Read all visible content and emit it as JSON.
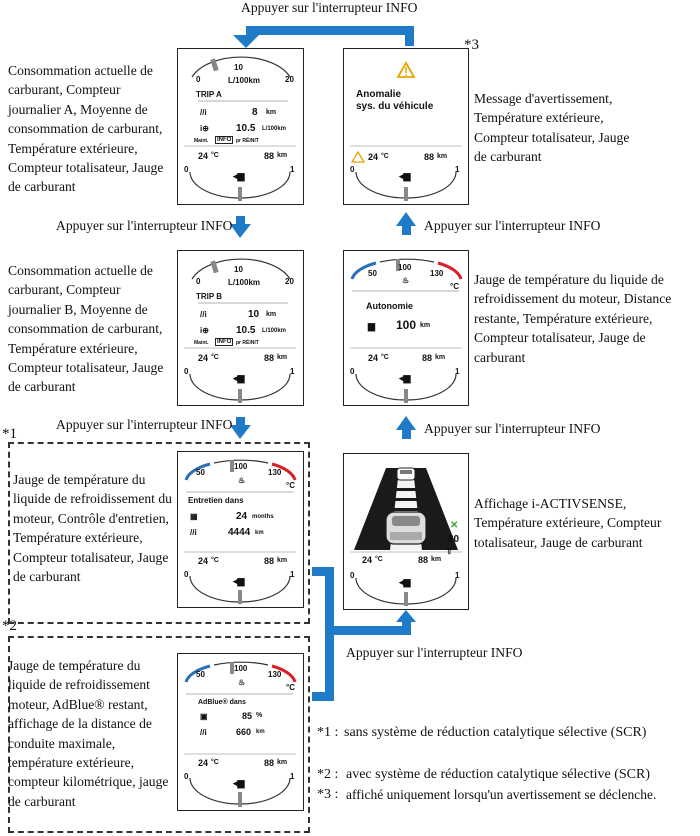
{
  "colors": {
    "accent_blue": "#1f7bc7",
    "warning": "#e8a200",
    "cold": "#2b6fb8",
    "hot": "#d8202a",
    "screen_bg": "#ffffff",
    "text": "#111111"
  },
  "step_labels": {
    "top": "Appuyer sur l'interrupteur INFO",
    "left_1": "Appuyer sur l'interrupteur INFO",
    "left_2": "Appuyer sur l'interrupteur INFO",
    "right_1": "Appuyer sur l'interrupteur INFO",
    "right_2": "Appuyer sur l'interrupteur INFO",
    "bottom": "Appuyer sur l'interrupteur INFO"
  },
  "descriptions": {
    "trip_a": "Consommation actuelle de carburant, Compteur journalier A, Moyenne de consommation de carburant, Température extérieure, Compteur totalisateur, Jauge de carburant",
    "trip_b": "Consommation actuelle de carburant, Compteur journalier B, Moyenne de consommation de carburant, Température extérieure, Compteur totalisateur, Jauge de carburant",
    "maintenance": "Jauge de température du liquide de refroidissement du moteur, Contrôle d'entretien, Température extérieure, Compteur totalisateur, Jauge de carburant",
    "adblue": "Jauge de température du liquide de refroidissement moteur, AdBlue® restant, affichage de la distance de conduite maximale, température extérieure, compteur kilométrique, jauge de carburant",
    "warning": "Message d'avertissement, Température extérieure, Compteur totalisateur, Jauge de carburant",
    "range": "Jauge de température du liquide de refroidissement du moteur, Distance restante, Température extérieure, Compteur totalisateur, Jauge de carburant",
    "activsense": "Affichage i-ACTIVSENSE, Température extérieure, Compteur totalisateur, Jauge de carburant"
  },
  "markers": {
    "m1": "*1",
    "m2": "*2",
    "m3": "*3"
  },
  "screens": {
    "trip_a": {
      "gauge_ticks": [
        "0",
        "10",
        "20"
      ],
      "gauge_unit": "L/100km",
      "title": "TRIP A",
      "distance_value": "8",
      "distance_unit": "km",
      "avg_value": "10.5",
      "avg_unit": "L/100km",
      "hint_pre": "Maint.",
      "hint_key": "INFO",
      "hint_post": "pr RÉINIT",
      "temp": "24",
      "temp_unit": "°C",
      "odo": "88",
      "odo_unit": "km",
      "fuel_empty": "0",
      "fuel_full": "1"
    },
    "trip_b": {
      "gauge_ticks": [
        "0",
        "10",
        "20"
      ],
      "gauge_unit": "L/100km",
      "title": "TRIP B",
      "distance_value": "10",
      "distance_unit": "km",
      "avg_value": "10.5",
      "avg_unit": "L/100km",
      "hint_pre": "Maint.",
      "hint_key": "INFO",
      "hint_post": "pr RÉINIT",
      "temp": "24",
      "temp_unit": "°C",
      "odo": "88",
      "odo_unit": "km",
      "fuel_empty": "0",
      "fuel_full": "1"
    },
    "maintenance": {
      "gauge_ticks": [
        "50",
        "100",
        "130"
      ],
      "gauge_unit": "°C",
      "title": "Entretien dans",
      "months_value": "24",
      "months_unit": "months",
      "distance_value": "4444",
      "distance_unit": "km",
      "temp": "24",
      "temp_unit": "°C",
      "odo": "88",
      "odo_unit": "km",
      "fuel_empty": "0",
      "fuel_full": "1"
    },
    "adblue": {
      "gauge_ticks": [
        "50",
        "100",
        "130"
      ],
      "gauge_unit": "°C",
      "title": "AdBlue® dans",
      "level_value": "85",
      "level_unit": "%",
      "distance_value": "660",
      "distance_unit": "km",
      "temp": "24",
      "temp_unit": "°C",
      "odo": "88",
      "odo_unit": "km",
      "fuel_empty": "0",
      "fuel_full": "1"
    },
    "warning": {
      "line1": "Anomalie",
      "line2": "sys. du véhicule",
      "temp": "24",
      "temp_unit": "°C",
      "odo": "88",
      "odo_unit": "km",
      "fuel_empty": "0",
      "fuel_full": "1"
    },
    "range": {
      "gauge_ticks": [
        "50",
        "100",
        "130"
      ],
      "gauge_unit": "°C",
      "title": "Autonomie",
      "distance_value": "100",
      "distance_unit": "km",
      "temp": "24",
      "temp_unit": "°C",
      "odo": "88",
      "odo_unit": "km",
      "fuel_empty": "0",
      "fuel_full": "1"
    },
    "activsense": {
      "speed": "80",
      "temp": "24",
      "temp_unit": "°C",
      "odo": "88",
      "odo_unit": "km",
      "fuel_empty": "0",
      "fuel_full": "1"
    }
  },
  "notes": [
    {
      "num": "*1 :",
      "text": "sans système de réduction catalytique sélective (SCR)"
    },
    {
      "num": "*2 :",
      "text": "avec système de réduction catalytique sélective (SCR)"
    },
    {
      "num": "*3 :",
      "text": "affiché uniquement lorsqu'un avertissement se déclenche."
    }
  ]
}
